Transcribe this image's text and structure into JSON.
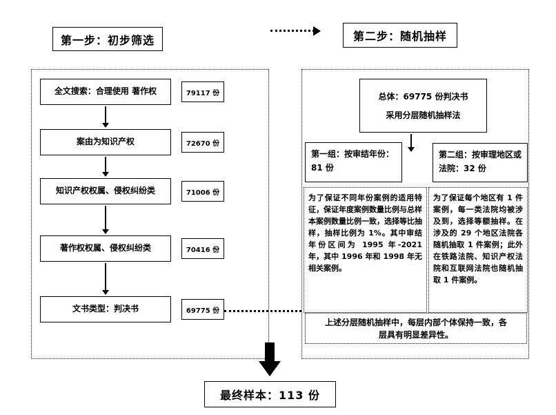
{
  "step1": {
    "title": "第一步：初步筛选",
    "rows": [
      {
        "label": "全文搜索：合理使用 著作权",
        "count": "79117 份"
      },
      {
        "label": "案由为知识产权",
        "count": "72670 份"
      },
      {
        "label": "知识产权权属、侵权纠纷类",
        "count": "71006 份"
      },
      {
        "label": "著作权权属、侵权纠纷类",
        "count": "70416 份"
      },
      {
        "label": "文书类型：判决书",
        "count": "69775 份"
      }
    ]
  },
  "step2": {
    "title": "第二步：随机抽样",
    "population": {
      "line1": "总体：69775 份判决书",
      "line2": "采用分层随机抽样法"
    },
    "groups": [
      {
        "title": "第一组：按审结年份：81 份",
        "desc": "为了保证不同年份案例的适用特征，保证年度案例数量比例与总样本案例数量比例一致，选择等比抽样，抽样比例为 1%。其中审结年份区间为 1995 年-2021 年，其中 1996 年和 1998 年无相关案例。"
      },
      {
        "title": "第二组：按审理地区或法院：32 份",
        "desc": "为了保证每个地区有 1 件案例，每一类法院均被涉及到，选择等额抽样。在涉及的 29 个地区法院各随机抽取 1 件案例；此外在铁路法院、知识产权法院和互联网法院也随机抽取 1 件案例。"
      }
    ],
    "note": "上述分层随机抽样中，每层内部个体保持一致，各层具有明显差异性。"
  },
  "final_sample": "最终样本：113 份"
}
